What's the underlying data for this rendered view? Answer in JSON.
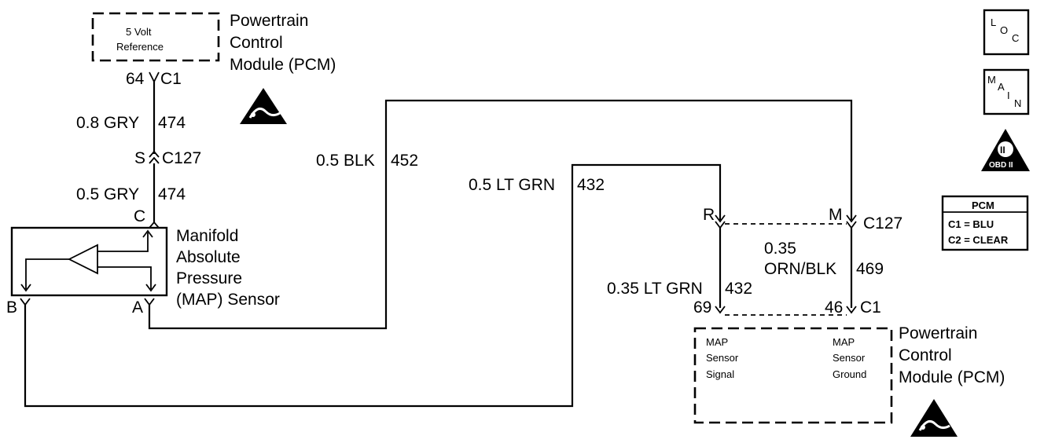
{
  "pcm_top": {
    "ref_line1": "5 Volt",
    "ref_line2": "Reference",
    "title_line1": "Powertrain",
    "title_line2": "Control",
    "title_line3": "Module (PCM)",
    "pin": "64",
    "connector": "C1"
  },
  "wires": {
    "gry_upper": {
      "size_color": "0.8 GRY",
      "circuit": "474"
    },
    "gry_lower": {
      "size_color": "0.5 GRY",
      "circuit": "474"
    },
    "blk": {
      "size_color": "0.5 BLK",
      "circuit": "452"
    },
    "lt_grn_upper": {
      "size_color": "0.5 LT GRN",
      "circuit": "432"
    },
    "lt_grn_lower": {
      "size_color": "0.35 LT GRN",
      "circuit": "432"
    },
    "orn_blk": {
      "size": "0.35",
      "color": "ORN/BLK",
      "circuit": "469"
    }
  },
  "connector_c127_left": {
    "pin": "S",
    "name": "C127"
  },
  "sensor": {
    "pin_c": "C",
    "pin_a": "A",
    "pin_b": "B",
    "name_line1": "Manifold",
    "name_line2": "Absolute",
    "name_line3": "Pressure",
    "name_line4": "(MAP) Sensor"
  },
  "connector_c127_right": {
    "pin_r": "R",
    "pin_m": "M",
    "name": "C127"
  },
  "pcm_bottom": {
    "pin_signal": "69",
    "pin_ground": "46",
    "connector": "C1",
    "signal_line1": "MAP",
    "signal_line2": "Sensor",
    "signal_line3": "Signal",
    "ground_line1": "MAP",
    "ground_line2": "Sensor",
    "ground_line3": "Ground",
    "title_line1": "Powertrain",
    "title_line2": "Control",
    "title_line3": "Module (PCM)"
  },
  "side_icons": {
    "loc_l": "L",
    "loc_o": "O",
    "loc_c": "C",
    "main_m": "M",
    "main_a": "A",
    "main_i": "I",
    "main_n": "N",
    "obd_numeral": "II",
    "obd_text": "OBD II"
  },
  "pcm_legend": {
    "title": "PCM",
    "c1": "C1 = BLU",
    "c2": "C2 = CLEAR"
  }
}
